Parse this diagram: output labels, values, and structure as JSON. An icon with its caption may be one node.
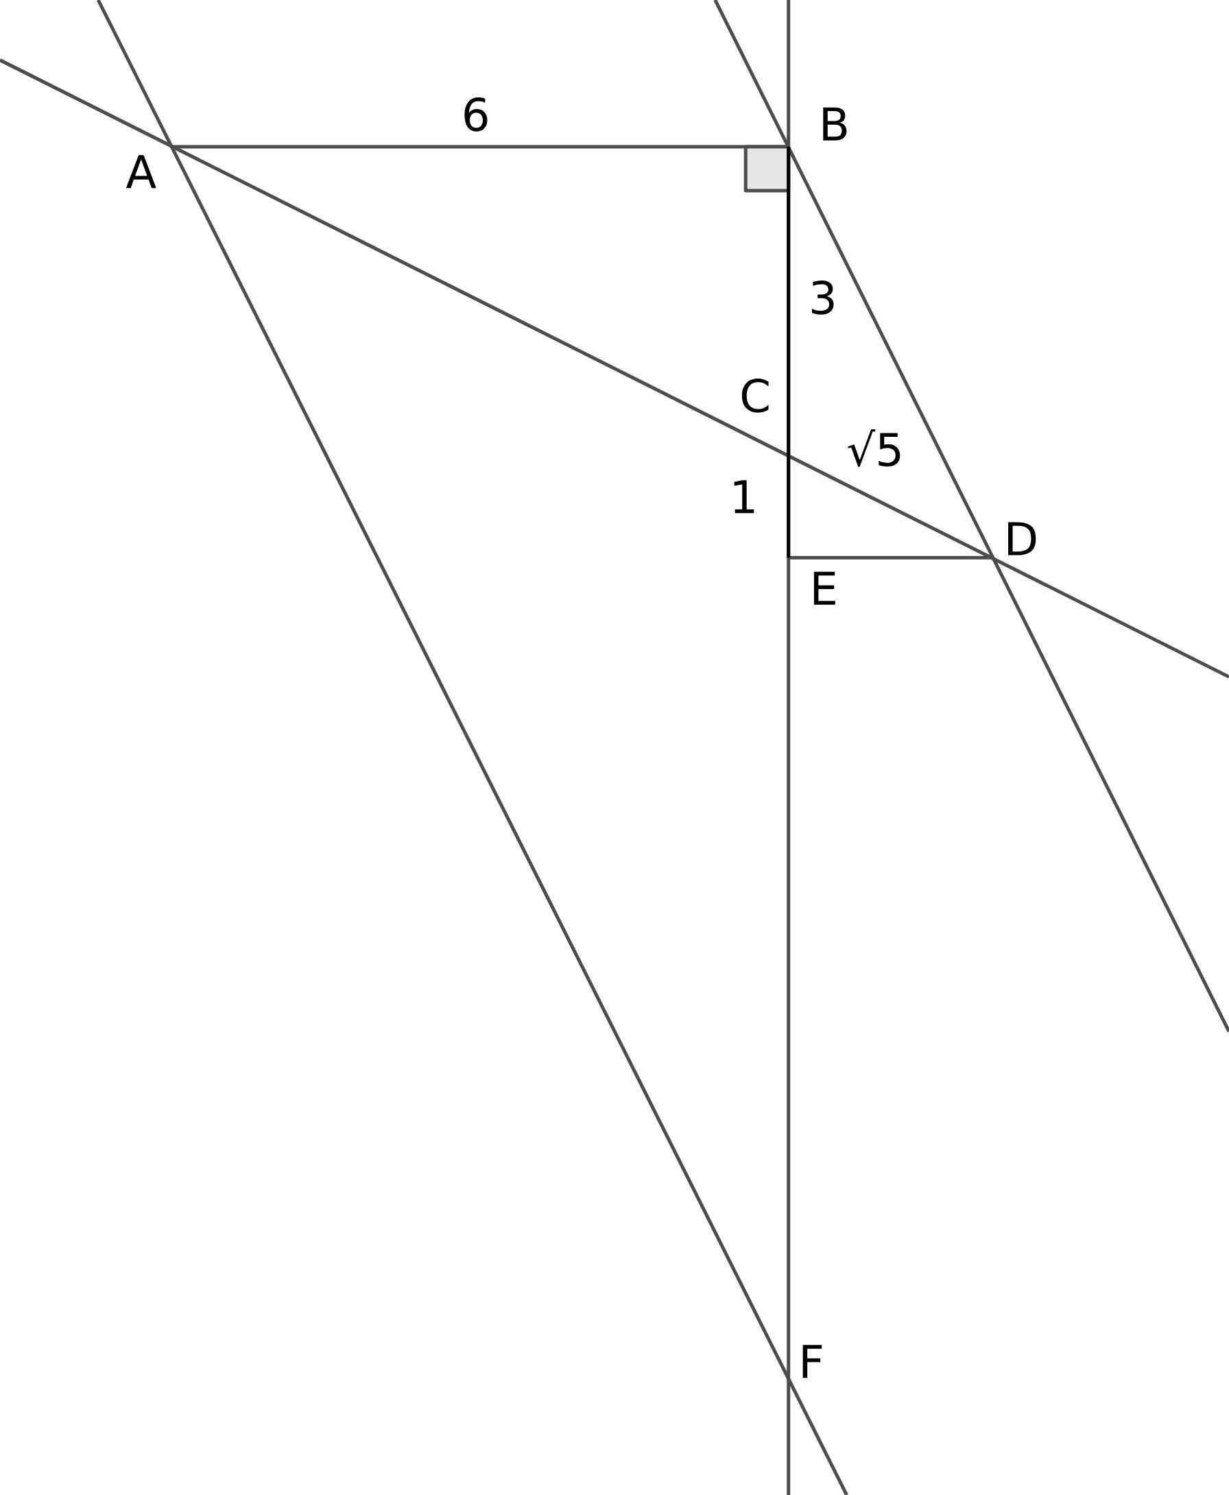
{
  "diagram": {
    "labels": [
      "6",
      "B",
      "A",
      "3",
      "C",
      "√5",
      "1",
      "D",
      "E",
      "F"
    ]
  }
}
